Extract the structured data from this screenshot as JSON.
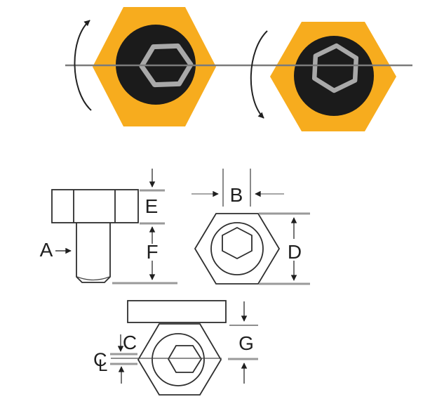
{
  "figure": {
    "type": "technical-diagram",
    "subject": "hex-socket bolt head rotation directions and dimensioned views (side, top, bottom)"
  },
  "colors": {
    "bolt_yellow": "#F7AC1E",
    "socket_black": "#1B1B1B",
    "socket_gray": "#A9A9A9",
    "axis_gray": "#7B7B7B",
    "dim_tick_gray": "#9A9A9A",
    "line_dark": "#2E2E2E"
  },
  "labels": {
    "a": "A",
    "b": "B",
    "c": "C",
    "d": "D",
    "e": "E",
    "f": "F",
    "g": "G",
    "centerline_c": "C",
    "centerline_l": "L"
  }
}
